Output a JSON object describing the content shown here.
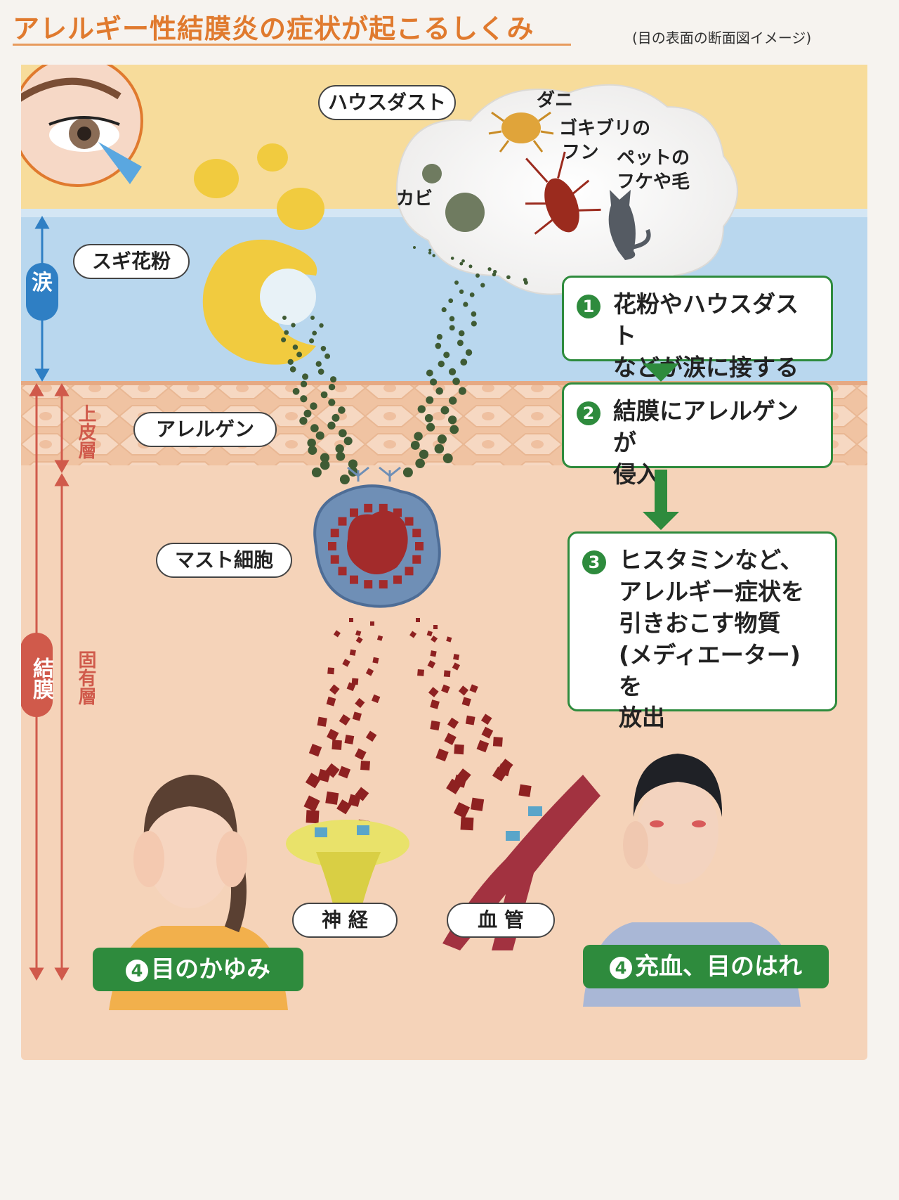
{
  "header": {
    "title": "アレルギー性結膜炎の症状が起こるしくみ",
    "subtitle": "(目の表面の断面図イメージ)"
  },
  "labels": {
    "house_dust": "ハウスダスト",
    "sugi_pollen": "スギ花粉",
    "allergen": "アレルゲン",
    "mast_cell": "マスト細胞",
    "nerve": "神 経",
    "blood_vessel": "血 管"
  },
  "dust_items": {
    "mite": "ダニ",
    "cockroach_line1": "ゴキブリの",
    "cockroach_line2": "フン",
    "pet_line1": "ペットの",
    "pet_line2": "フケや毛",
    "mold": "カビ"
  },
  "layers": {
    "tears": "涙",
    "conjunctiva": "結膜",
    "epithelium": "上皮層",
    "lamina_propria": "固有層"
  },
  "steps": [
    {
      "num": "1",
      "text": "花粉やハウスダスト\nなどが涙に接する"
    },
    {
      "num": "2",
      "text": "結膜にアレルゲンが\n侵入"
    },
    {
      "num": "3",
      "text": "ヒスタミンなど、\nアレルギー症状を\n引きおこす物質\n(メディエーター)を\n放出"
    }
  ],
  "outcomes": [
    {
      "num": "4",
      "text": "目のかゆみ"
    },
    {
      "num": "4",
      "text": "充血、目のはれ"
    }
  ],
  "colors": {
    "accent_green": "#2e8b3d",
    "title_orange": "#e07a2e",
    "tear_blue": "#2f7fc4",
    "conjunctiva_red": "#d05a4b"
  }
}
